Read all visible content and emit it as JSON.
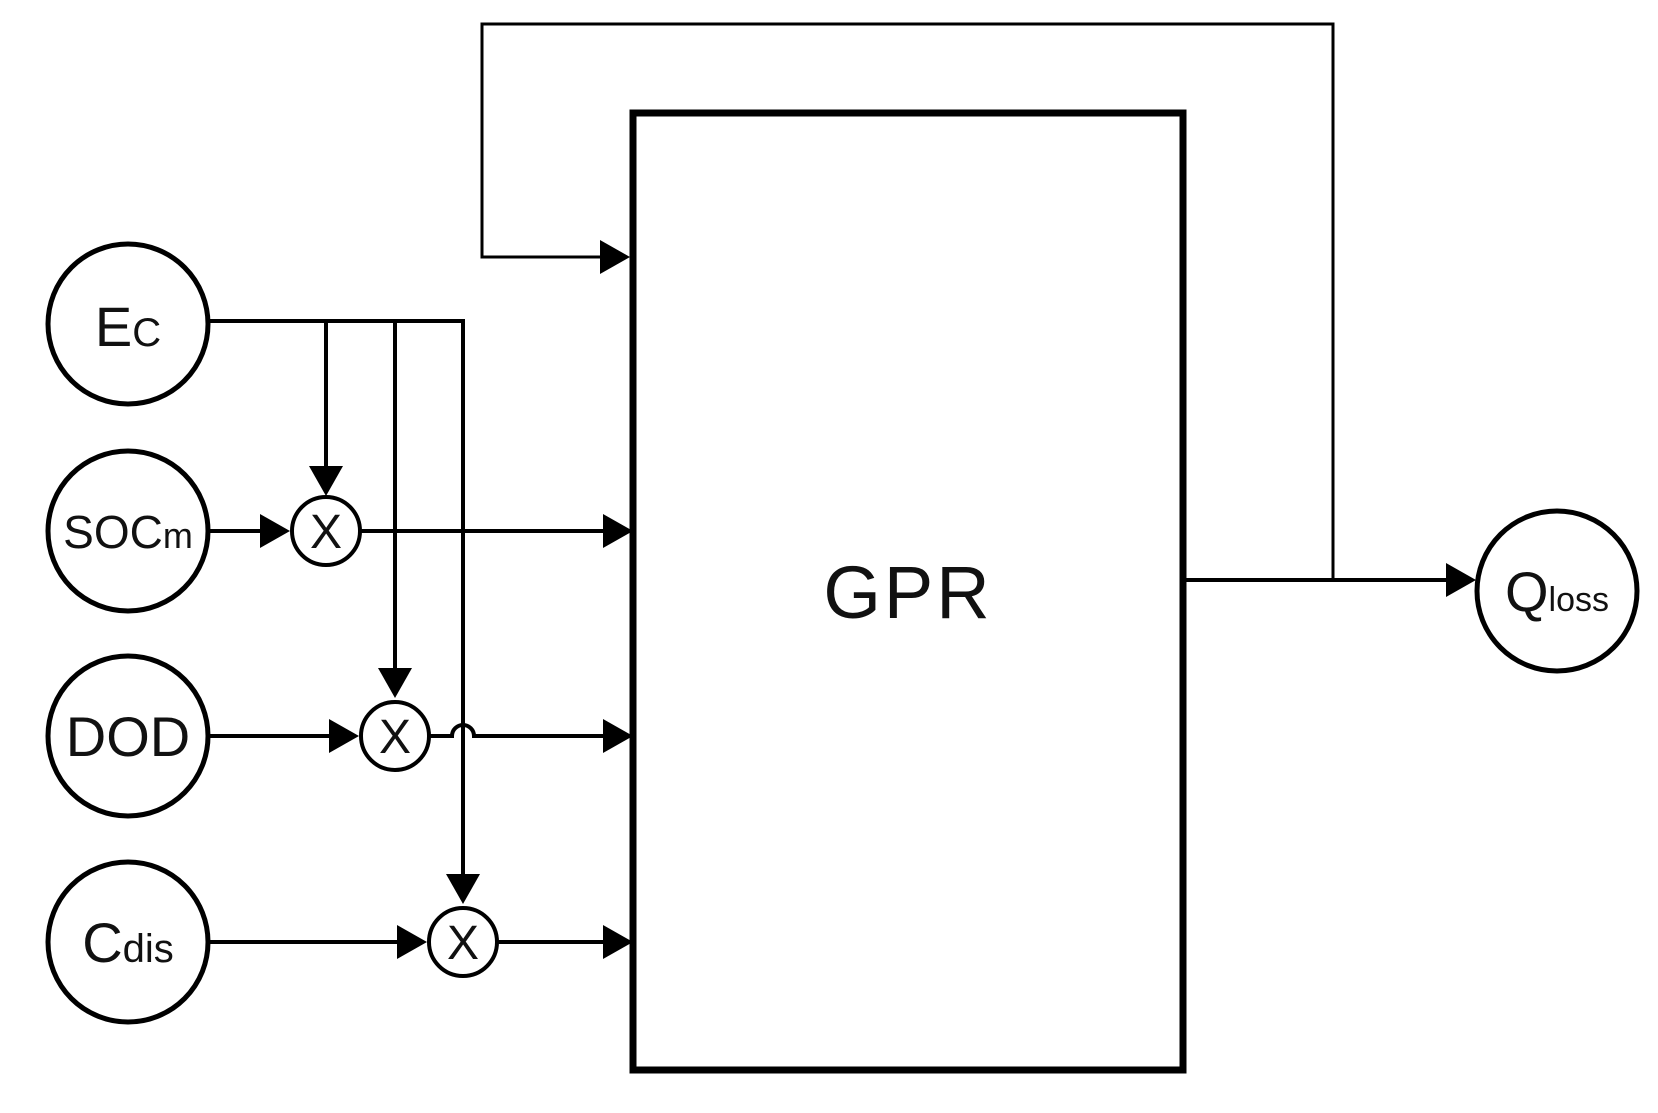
{
  "nodes": {
    "ec": {
      "main": "E",
      "sub": "C"
    },
    "socm": {
      "main": "SOC",
      "sub": "m"
    },
    "dod": {
      "main": "DOD",
      "sub": ""
    },
    "cdis": {
      "main": "C",
      "sub": "dis"
    },
    "qloss": {
      "main": "Q",
      "sub": "loss"
    }
  },
  "box": {
    "label": "GPR"
  },
  "multiplier": {
    "symbol": "X"
  }
}
